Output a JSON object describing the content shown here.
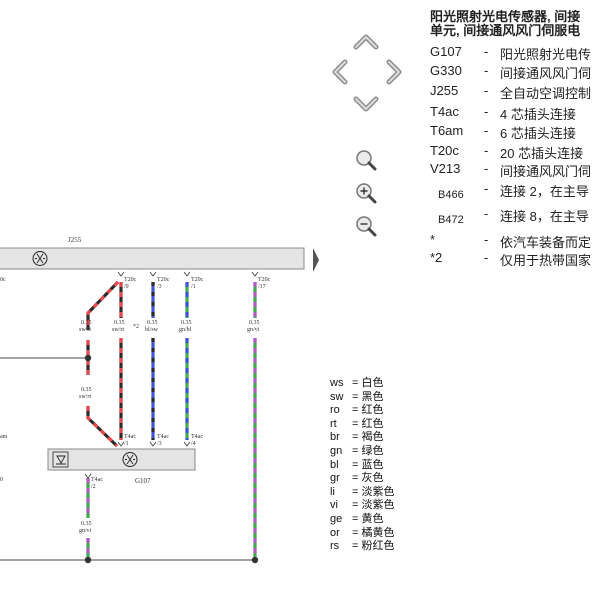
{
  "header": {
    "title_line1": "阳光照射光电传感器, 间接",
    "title_line2": "单元, 间接通风风门伺服电"
  },
  "nav_icons": [
    "chevron-up-icon",
    "chevron-left-icon",
    "chevron-right-icon",
    "chevron-down-icon",
    "zoom-icon",
    "zoom-in-icon",
    "zoom-out-icon",
    "collapse-panel-icon"
  ],
  "components": [
    {
      "code": "G107",
      "desc": "阳光照射光电传"
    },
    {
      "code": "G330",
      "desc": "间接通风风门伺"
    },
    {
      "code": "J255",
      "desc": "全自动空调控制"
    },
    {
      "code": "T4ac",
      "desc": "4 芯插头连接"
    },
    {
      "code": "T6am",
      "desc": "6 芯插头连接"
    },
    {
      "code": "T20c",
      "desc": "20 芯插头连接"
    },
    {
      "code": "V213",
      "desc": "间接通风风门伺"
    },
    {
      "code": "B466",
      "desc": "连接 2，在主导"
    },
    {
      "code": "B472",
      "desc": "连接 8，在主导"
    },
    {
      "code": "*",
      "desc": "依汽车装备而定"
    },
    {
      "code": "*2",
      "desc": "仅用于热带国家"
    }
  ],
  "color_codes": [
    {
      "abbr": "ws",
      "name": "白色"
    },
    {
      "abbr": "sw",
      "name": "黑色"
    },
    {
      "abbr": "ro",
      "name": "红色"
    },
    {
      "abbr": "rt",
      "name": "红色"
    },
    {
      "abbr": "br",
      "name": "褐色"
    },
    {
      "abbr": "gn",
      "name": "绿色"
    },
    {
      "abbr": "bl",
      "name": "蓝色"
    },
    {
      "abbr": "gr",
      "name": "灰色"
    },
    {
      "abbr": "li",
      "name": "淡紫色"
    },
    {
      "abbr": "vi",
      "name": "淡紫色"
    },
    {
      "abbr": "ge",
      "name": "黄色"
    },
    {
      "abbr": "or",
      "name": "橘黄色"
    },
    {
      "abbr": "rs",
      "name": "粉红色"
    }
  ],
  "diagram": {
    "unit_j255": "J255",
    "unit_g107": "G107",
    "left_top_label": "0c",
    "left_mid_label": "am",
    "left_low_label": "0",
    "star2": "*2",
    "connectors_top": [
      {
        "conn": "T20c",
        "pin": "/9"
      },
      {
        "conn": "T20c",
        "pin": "/3"
      },
      {
        "conn": "T20c",
        "pin": "/1"
      },
      {
        "conn": "T20c",
        "pin": "/17"
      }
    ],
    "wires": [
      {
        "size": "0.35",
        "color": "sw/rt"
      },
      {
        "size": "0.35",
        "color": "sw/rt"
      },
      {
        "size": "0.35",
        "color": "bl/sw"
      },
      {
        "size": "0.35",
        "color": "gn/bl"
      },
      {
        "size": "0.35",
        "color": "gn/vi"
      }
    ],
    "wire_mid": {
      "size": "0.35",
      "color": "sw/rt"
    },
    "connectors_bottom": [
      {
        "conn": "T4ac",
        "pin": "/1"
      },
      {
        "conn": "T4ac",
        "pin": "/3"
      },
      {
        "conn": "T4ac",
        "pin": "/4"
      }
    ],
    "connector_low": {
      "conn": "T4ac",
      "pin": "/2"
    },
    "wire_low": {
      "size": "0.35",
      "color": "gn/vi"
    }
  },
  "palette": {
    "sw": "#2b2b2b",
    "rt": "#e8474b",
    "bl": "#3d55d6",
    "gn": "#3faa4e",
    "vi": "#b05bc4",
    "bus": "#e4e4e4"
  }
}
